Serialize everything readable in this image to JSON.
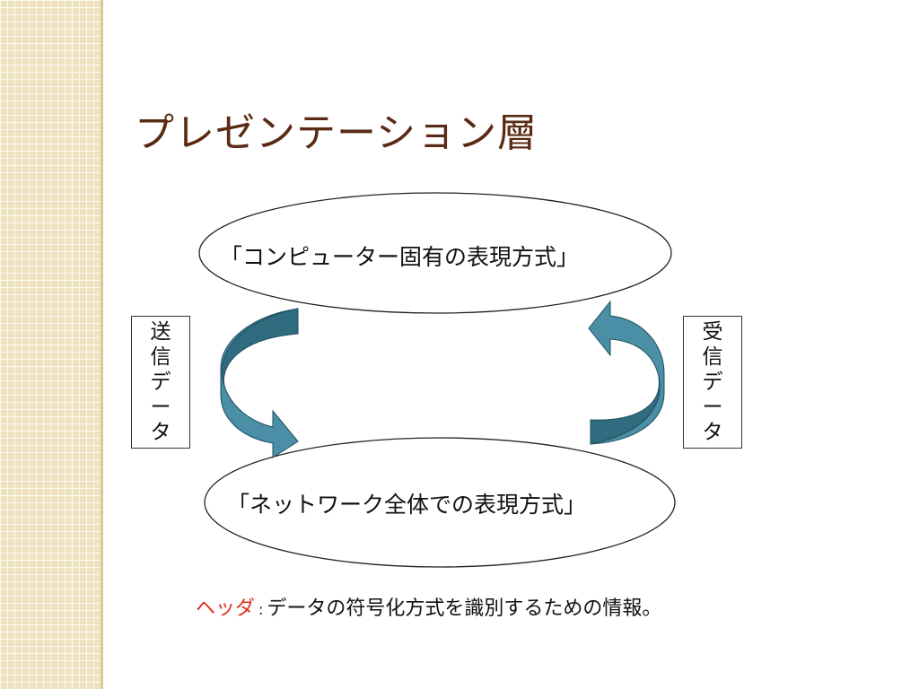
{
  "slide": {
    "title": "プレゼンテーション層",
    "top_ellipse_label": "「コンピューター固有の表現方式」",
    "bottom_ellipse_label": "「ネットワーク全体での表現方式」",
    "left_box_chars": [
      "送",
      "信",
      "デ",
      "ー",
      "タ"
    ],
    "right_box_chars": [
      "受",
      "信",
      "デ",
      "ー",
      "タ"
    ],
    "footnote": {
      "term": "ヘッダ",
      "separator": ":",
      "text": "データの符号化方式を識別するための情報。"
    }
  },
  "colors": {
    "title": "#5a2a14",
    "arrow_fill": "#4a8fa6",
    "arrow_dark": "#2f6c80",
    "footnote_term": "#e0301e",
    "strip": "#efe3bf"
  }
}
